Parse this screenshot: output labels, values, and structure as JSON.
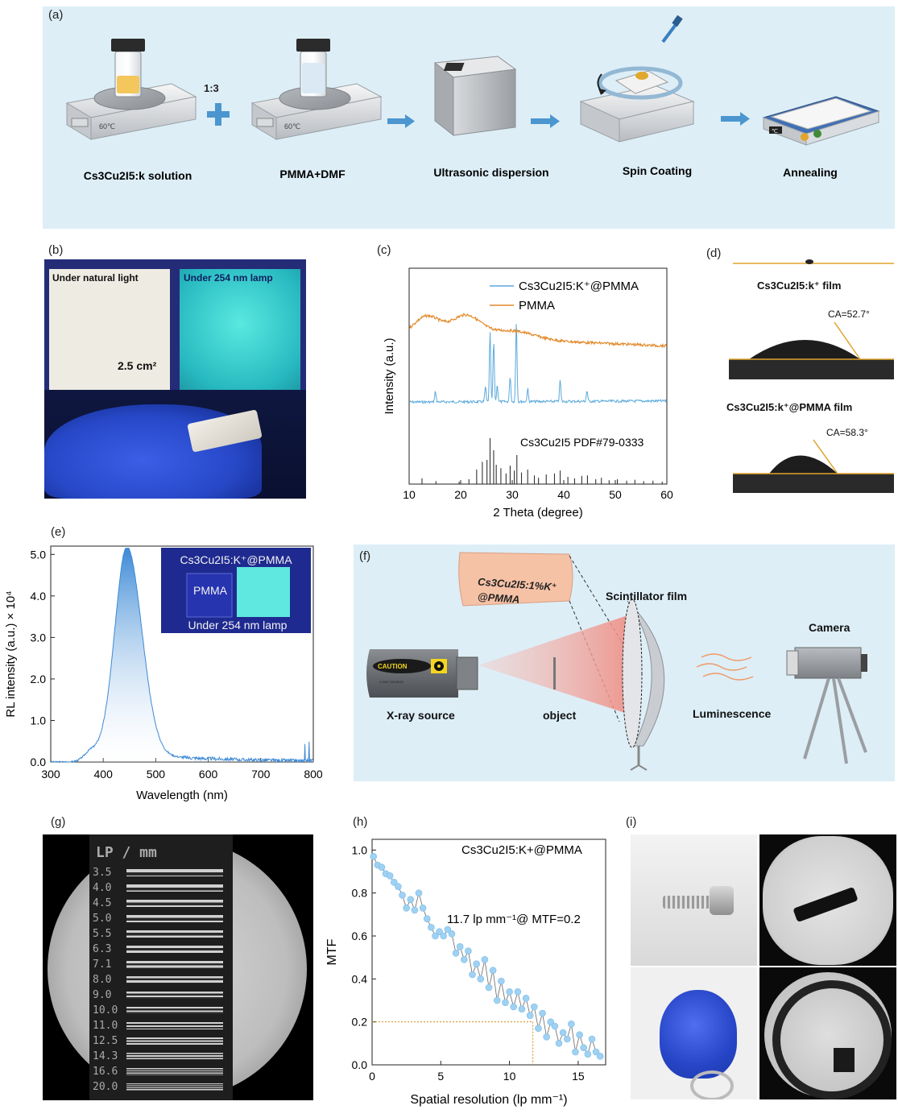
{
  "panels": {
    "a": "(a)",
    "b": "(b)",
    "c": "(c)",
    "d": "(d)",
    "e": "(e)",
    "f": "(f)",
    "g": "(g)",
    "h": "(h)",
    "i": "(i)"
  },
  "panel_a": {
    "ratio": "1:3",
    "hotplate_temp": "60℃",
    "steps": [
      "Cs3Cu2I5:k solution",
      "PMMA+DMF",
      "Ultrasonic dispersion",
      "Spin Coating",
      "Annealing"
    ],
    "annealer_temp": "℃"
  },
  "panel_b": {
    "left_caption": "Under natural light",
    "right_caption": "Under 254 nm lamp",
    "area": "2.5 cm²"
  },
  "panel_d": {
    "film1": "Cs3Cu2I5:k⁺ film",
    "ca1": "CA=52.7°",
    "film2": "Cs3Cu2I5:k⁺@PMMA film",
    "ca2": "CA=58.3°"
  },
  "panel_f": {
    "film_text_line1": "Cs3Cu2I5:1%K⁺",
    "film_text_line2": "@PMMA",
    "scintillator": "Scintillator film",
    "camera": "Camera",
    "caution": "CAUTION",
    "xray_small": "X-RAY SOURCE",
    "xray_source": "X-ray source",
    "object": "object",
    "luminescence": "Luminescence"
  },
  "panel_g": {
    "lp_label": "LP / mm",
    "lp_values": [
      "3.5",
      "4.0",
      "4.5",
      "5.0",
      "5.5",
      "6.3",
      "7.1",
      "8.0",
      "9.0",
      "10.0",
      "11.0",
      "12.5",
      "14.3",
      "16.6",
      "20.0"
    ]
  },
  "chart_data": [
    {
      "id": "c",
      "type": "line",
      "xlabel": "2 Theta (degree)",
      "ylabel": "Intensity (a.u.)",
      "xlim": [
        10,
        60
      ],
      "xticks": [
        10,
        20,
        30,
        40,
        50,
        60
      ],
      "series": [
        {
          "name": "Cs3Cu2I5:K⁺@PMMA",
          "color": "#5aa9dc",
          "baseline": 0.62,
          "peaks": [
            [
              15.1,
              0.05
            ],
            [
              24.8,
              0.07
            ],
            [
              25.7,
              0.32
            ],
            [
              26.4,
              0.28
            ],
            [
              27.1,
              0.08
            ],
            [
              29.6,
              0.12
            ],
            [
              30.8,
              0.38
            ],
            [
              33.0,
              0.06
            ],
            [
              39.3,
              0.1
            ],
            [
              44.5,
              0.05
            ]
          ]
        },
        {
          "name": "PMMA",
          "color": "#e28a2b",
          "baseline": 0.31,
          "broad": [
            [
              13.5,
              0.09,
              3.5
            ],
            [
              21,
              0.1,
              4
            ],
            [
              30,
              0.04,
              6
            ]
          ]
        }
      ],
      "reference": {
        "name": "Cs3Cu2I5 PDF#79-0333",
        "sticks": [
          [
            12.5,
            0.12
          ],
          [
            15.2,
            0.06
          ],
          [
            19.7,
            0.05
          ],
          [
            21.6,
            0.1
          ],
          [
            23.1,
            0.3
          ],
          [
            24.2,
            0.46
          ],
          [
            25.1,
            0.5
          ],
          [
            25.7,
            0.95
          ],
          [
            26.4,
            0.7
          ],
          [
            26.9,
            0.4
          ],
          [
            27.8,
            0.33
          ],
          [
            28.8,
            0.22
          ],
          [
            29.6,
            0.38
          ],
          [
            30.4,
            0.28
          ],
          [
            30.9,
            0.6
          ],
          [
            31.8,
            0.24
          ],
          [
            33.0,
            0.3
          ],
          [
            34.3,
            0.18
          ],
          [
            35.1,
            0.13
          ],
          [
            36.6,
            0.2
          ],
          [
            38.2,
            0.22
          ],
          [
            39.3,
            0.28
          ],
          [
            40.8,
            0.15
          ],
          [
            42.1,
            0.12
          ],
          [
            43.5,
            0.17
          ],
          [
            44.6,
            0.18
          ],
          [
            46.2,
            0.1
          ],
          [
            47.3,
            0.13
          ],
          [
            48.8,
            0.08
          ],
          [
            50.4,
            0.1
          ],
          [
            52.2,
            0.07
          ],
          [
            53.8,
            0.09
          ],
          [
            55.5,
            0.06
          ],
          [
            57.3,
            0.07
          ],
          [
            59.1,
            0.05
          ]
        ]
      }
    },
    {
      "id": "e",
      "type": "area",
      "xlabel": "Wavelength (nm)",
      "ylabel": "RL intensity (a.u.) × 10⁴",
      "xlim": [
        300,
        800
      ],
      "ylim": [
        0,
        5.2
      ],
      "xticks": [
        300,
        400,
        500,
        600,
        700,
        800
      ],
      "yticks": [
        0.0,
        1.0,
        2.0,
        3.0,
        4.0,
        5.0
      ],
      "ytick_labels": [
        "0.0",
        "1.0",
        "2.0",
        "3.0",
        "4.0",
        "5.0"
      ],
      "peak_center": 445,
      "peak_height": 5.0,
      "inset": {
        "title": "Cs3Cu2I5:K⁺@PMMA",
        "left": "PMMA",
        "bottom": "Under 254 nm lamp"
      }
    },
    {
      "id": "h",
      "type": "line",
      "xlabel": "Spatial resolution (lp mm⁻¹)",
      "ylabel": "MTF",
      "xlim": [
        0,
        17
      ],
      "ylim": [
        0,
        1.05
      ],
      "xticks": [
        0,
        5,
        10,
        15
      ],
      "yticks": [
        0.0,
        0.2,
        0.4,
        0.6,
        0.8,
        1.0
      ],
      "ytick_labels": [
        "0.0",
        "0.2",
        "0.4",
        "0.6",
        "0.8",
        "1.0"
      ],
      "title": "Cs3Cu2I5:K+@PMMA",
      "annotation": "11.7 lp mm⁻¹@ MTF=0.2",
      "marker": {
        "x": 11.7,
        "y": 0.2
      },
      "x": [
        0.1,
        0.4,
        0.7,
        1.0,
        1.3,
        1.6,
        1.9,
        2.2,
        2.5,
        2.8,
        3.1,
        3.4,
        3.7,
        4.0,
        4.3,
        4.6,
        4.9,
        5.2,
        5.5,
        5.8,
        6.1,
        6.4,
        6.7,
        7.0,
        7.3,
        7.6,
        7.9,
        8.2,
        8.5,
        8.8,
        9.1,
        9.4,
        9.7,
        10.0,
        10.3,
        10.6,
        10.9,
        11.2,
        11.5,
        11.8,
        12.1,
        12.4,
        12.7,
        13.0,
        13.3,
        13.6,
        13.9,
        14.2,
        14.5,
        14.8,
        15.1,
        15.4,
        15.7,
        16.0,
        16.3,
        16.6
      ],
      "y": [
        0.97,
        0.93,
        0.92,
        0.89,
        0.88,
        0.85,
        0.83,
        0.79,
        0.73,
        0.77,
        0.72,
        0.8,
        0.73,
        0.68,
        0.64,
        0.6,
        0.62,
        0.6,
        0.63,
        0.61,
        0.52,
        0.55,
        0.49,
        0.53,
        0.42,
        0.47,
        0.4,
        0.49,
        0.36,
        0.44,
        0.3,
        0.39,
        0.29,
        0.34,
        0.27,
        0.34,
        0.26,
        0.31,
        0.23,
        0.27,
        0.17,
        0.24,
        0.13,
        0.2,
        0.18,
        0.1,
        0.15,
        0.12,
        0.19,
        0.06,
        0.14,
        0.08,
        0.05,
        0.12,
        0.06,
        0.04
      ]
    }
  ],
  "colors": {
    "panel_a_bg": "#ddeef7",
    "arrow_blue": "#4b96cf",
    "glow_cyan": "#3fd8d2",
    "glove_blue": "#2748c8",
    "mtf_point": "#9fd1f3"
  }
}
